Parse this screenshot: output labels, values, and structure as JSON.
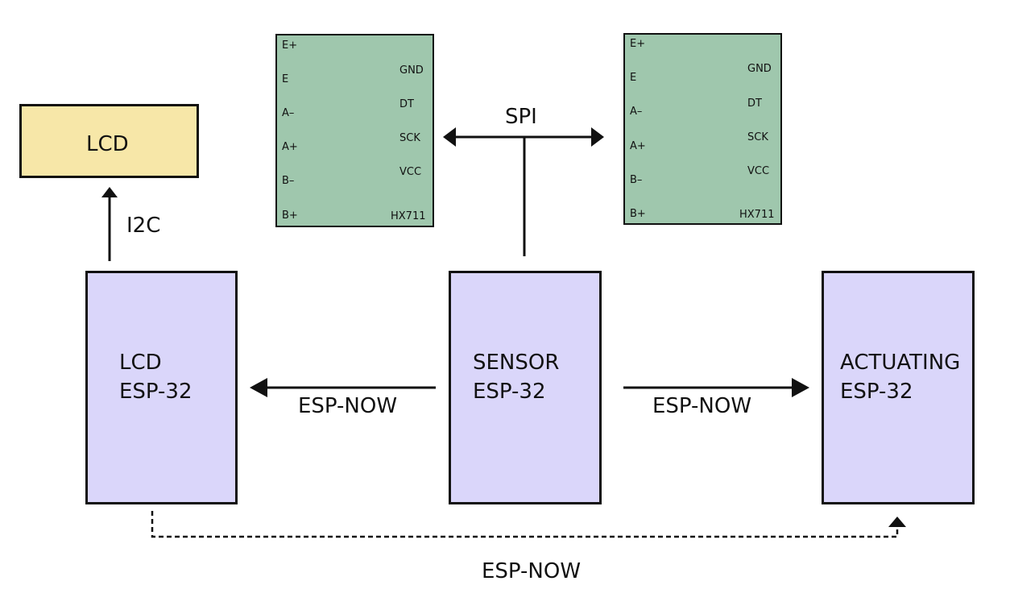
{
  "lcd": {
    "title": "LCD"
  },
  "esp_lcd": {
    "line1": "LCD",
    "line2": "ESP-32"
  },
  "esp_sensor": {
    "line1": "SENSOR",
    "line2": "ESP-32"
  },
  "esp_actuating": {
    "line1": "ACTUATING",
    "line2": "ESP-32"
  },
  "hx711_left": {
    "left_pins": [
      "E+",
      "E",
      "A–",
      "A+",
      "B–",
      "B+"
    ],
    "right_pins": [
      "GND",
      "DT",
      "SCK",
      "VCC"
    ],
    "model": "HX711"
  },
  "hx711_right": {
    "left_pins": [
      "E+",
      "E",
      "A–",
      "A+",
      "B–",
      "B+"
    ],
    "right_pins": [
      "GND",
      "DT",
      "SCK",
      "VCC"
    ],
    "model": "HX711"
  },
  "connections": {
    "spi": "SPI",
    "i2c": "I2C",
    "espnow_left": "ESP-NOW",
    "espnow_right": "ESP-NOW",
    "espnow_bottom": "ESP-NOW"
  }
}
